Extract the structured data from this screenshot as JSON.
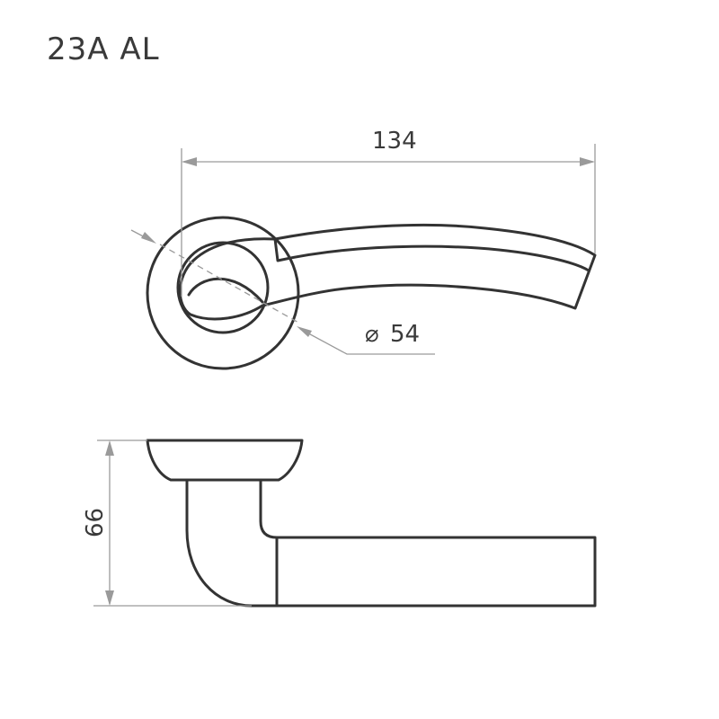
{
  "drawing": {
    "model_label": "23A  AL",
    "dimensions": {
      "length": "134",
      "rosette_diameter_symbol": "⌀",
      "rosette_diameter": "54",
      "height": "66"
    }
  }
}
